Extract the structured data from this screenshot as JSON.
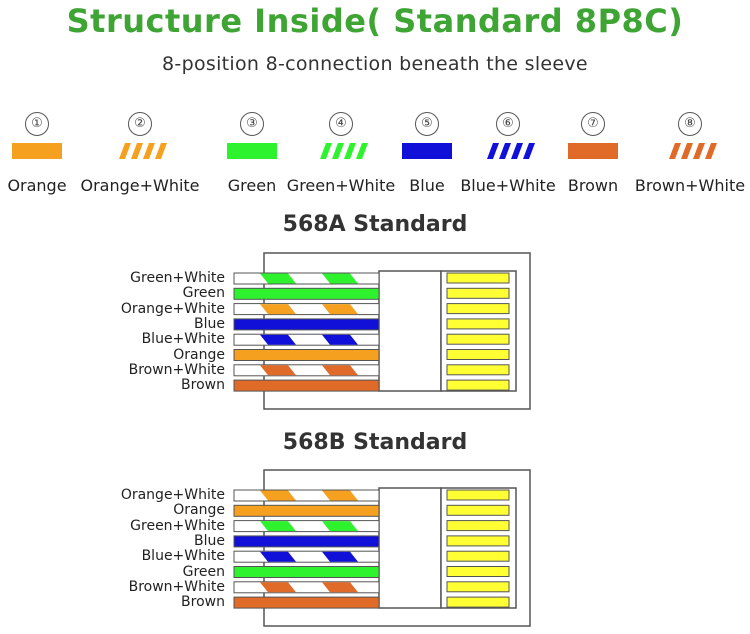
{
  "header": {
    "title": "Structure Inside( Standard 8P8C)",
    "subtitle": "8-position 8-connection beneath the sleeve"
  },
  "colors": {
    "title": "#3ea534",
    "orange": "#f6a020",
    "green": "#2ef22e",
    "blue": "#1010d8",
    "brown": "#e06a28",
    "pin": "#ffff33",
    "outline": "#555555"
  },
  "legend": [
    {
      "number": "①",
      "label": "Orange",
      "color": "orange",
      "striped": false
    },
    {
      "number": "②",
      "label": "Orange+White",
      "color": "orange",
      "striped": true
    },
    {
      "number": "③",
      "label": "Green",
      "color": "green",
      "striped": false
    },
    {
      "number": "④",
      "label": "Green+White",
      "color": "green",
      "striped": true
    },
    {
      "number": "⑤",
      "label": "Blue",
      "color": "blue",
      "striped": false
    },
    {
      "number": "⑥",
      "label": "Blue+White",
      "color": "blue",
      "striped": true
    },
    {
      "number": "⑦",
      "label": "Brown",
      "color": "brown",
      "striped": false
    },
    {
      "number": "⑧",
      "label": "Brown+White",
      "color": "brown",
      "striped": true
    }
  ],
  "standards": [
    {
      "title": "568A Standard",
      "wires": [
        {
          "label": "Green+White",
          "color": "green",
          "striped": true
        },
        {
          "label": "Green",
          "color": "green",
          "striped": false
        },
        {
          "label": "Orange+White",
          "color": "orange",
          "striped": true
        },
        {
          "label": "Blue",
          "color": "blue",
          "striped": false
        },
        {
          "label": "Blue+White",
          "color": "blue",
          "striped": true
        },
        {
          "label": "Orange",
          "color": "orange",
          "striped": false
        },
        {
          "label": "Brown+White",
          "color": "brown",
          "striped": true
        },
        {
          "label": "Brown",
          "color": "brown",
          "striped": false
        }
      ]
    },
    {
      "title": "568B Standard",
      "wires": [
        {
          "label": "Orange+White",
          "color": "orange",
          "striped": true
        },
        {
          "label": "Orange",
          "color": "orange",
          "striped": false
        },
        {
          "label": "Green+White",
          "color": "green",
          "striped": true
        },
        {
          "label": "Blue",
          "color": "blue",
          "striped": false
        },
        {
          "label": "Blue+White",
          "color": "blue",
          "striped": true
        },
        {
          "label": "Green",
          "color": "green",
          "striped": false
        },
        {
          "label": "Brown+White",
          "color": "brown",
          "striped": true
        },
        {
          "label": "Brown",
          "color": "brown",
          "striped": false
        }
      ]
    }
  ]
}
